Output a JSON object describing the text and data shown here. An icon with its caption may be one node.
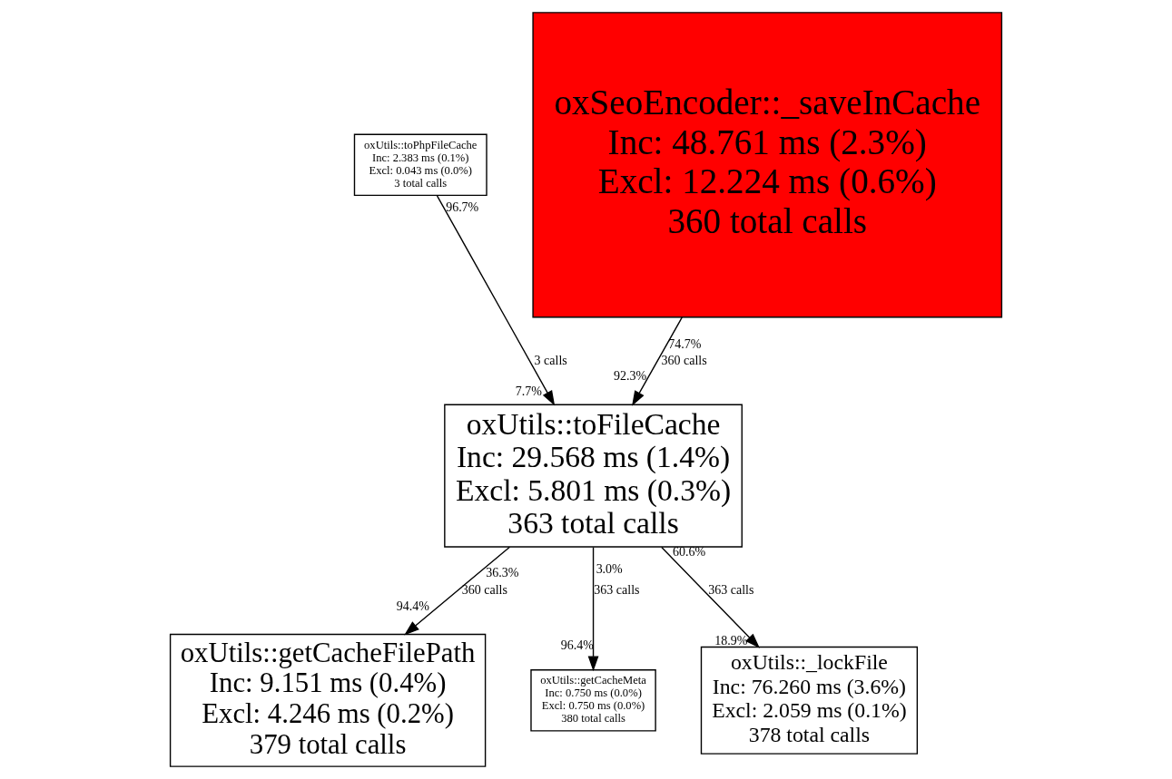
{
  "diagram": {
    "nodes": [
      {
        "text": [
          "oxUtils::toPhpFileCache",
          "Inc: 2.383 ms (0.1%)",
          "Excl: 0.043 ms (0.0%)",
          "3 total calls"
        ],
        "beside": [
          "96.7%"
        ]
      },
      {
        "text": [
          "oxSeoEncoder::_saveInCache",
          "Inc: 48.761 ms (2.3%)",
          "Excl: 12.224 ms (0.6%)",
          "360 total calls"
        ],
        "beside": [
          "74.7%"
        ]
      },
      {
        "text": [
          "oxUtils::toFileCache",
          "Inc: 29.568 ms (1.4%)",
          "Excl: 5.801 ms (0.3%)",
          "363 total calls"
        ],
        "beside": [
          "7.7%",
          "92.3%",
          "36.3%",
          "3.0%",
          "60.6%"
        ]
      },
      {
        "text": [
          "oxUtils::getCacheFilePath",
          "Inc: 9.151 ms (0.4%)",
          "Excl: 4.246 ms (0.2%)",
          "379 total calls"
        ],
        "beside": [
          "94.4%"
        ]
      },
      {
        "text": [
          "oxUtils::getCacheMeta",
          "Inc: 0.750 ms (0.0%)",
          "Excl: 0.750 ms (0.0%)",
          "380 total calls"
        ],
        "beside": [
          "96.4%"
        ]
      },
      {
        "text": [
          "oxUtils::_lockFile",
          "Inc: 76.260 ms (3.6%)",
          "Excl: 2.059 ms (0.1%)",
          "378 total calls"
        ],
        "beside": [
          "18.9%"
        ]
      }
    ],
    "edges": [
      {
        "from": 0,
        "to": 2,
        "arrow": "to",
        "label": "3 calls"
      },
      {
        "from": 1,
        "to": 2,
        "arrow": "to",
        "label": "360 calls"
      },
      {
        "from": 2,
        "to": 3,
        "arrow": "to",
        "label": "360 calls"
      },
      {
        "from": 2,
        "to": 4,
        "arrow": "to",
        "label": "363 calls"
      },
      {
        "from": 2,
        "to": 5,
        "arrow": "to",
        "label": "363 calls"
      }
    ]
  }
}
